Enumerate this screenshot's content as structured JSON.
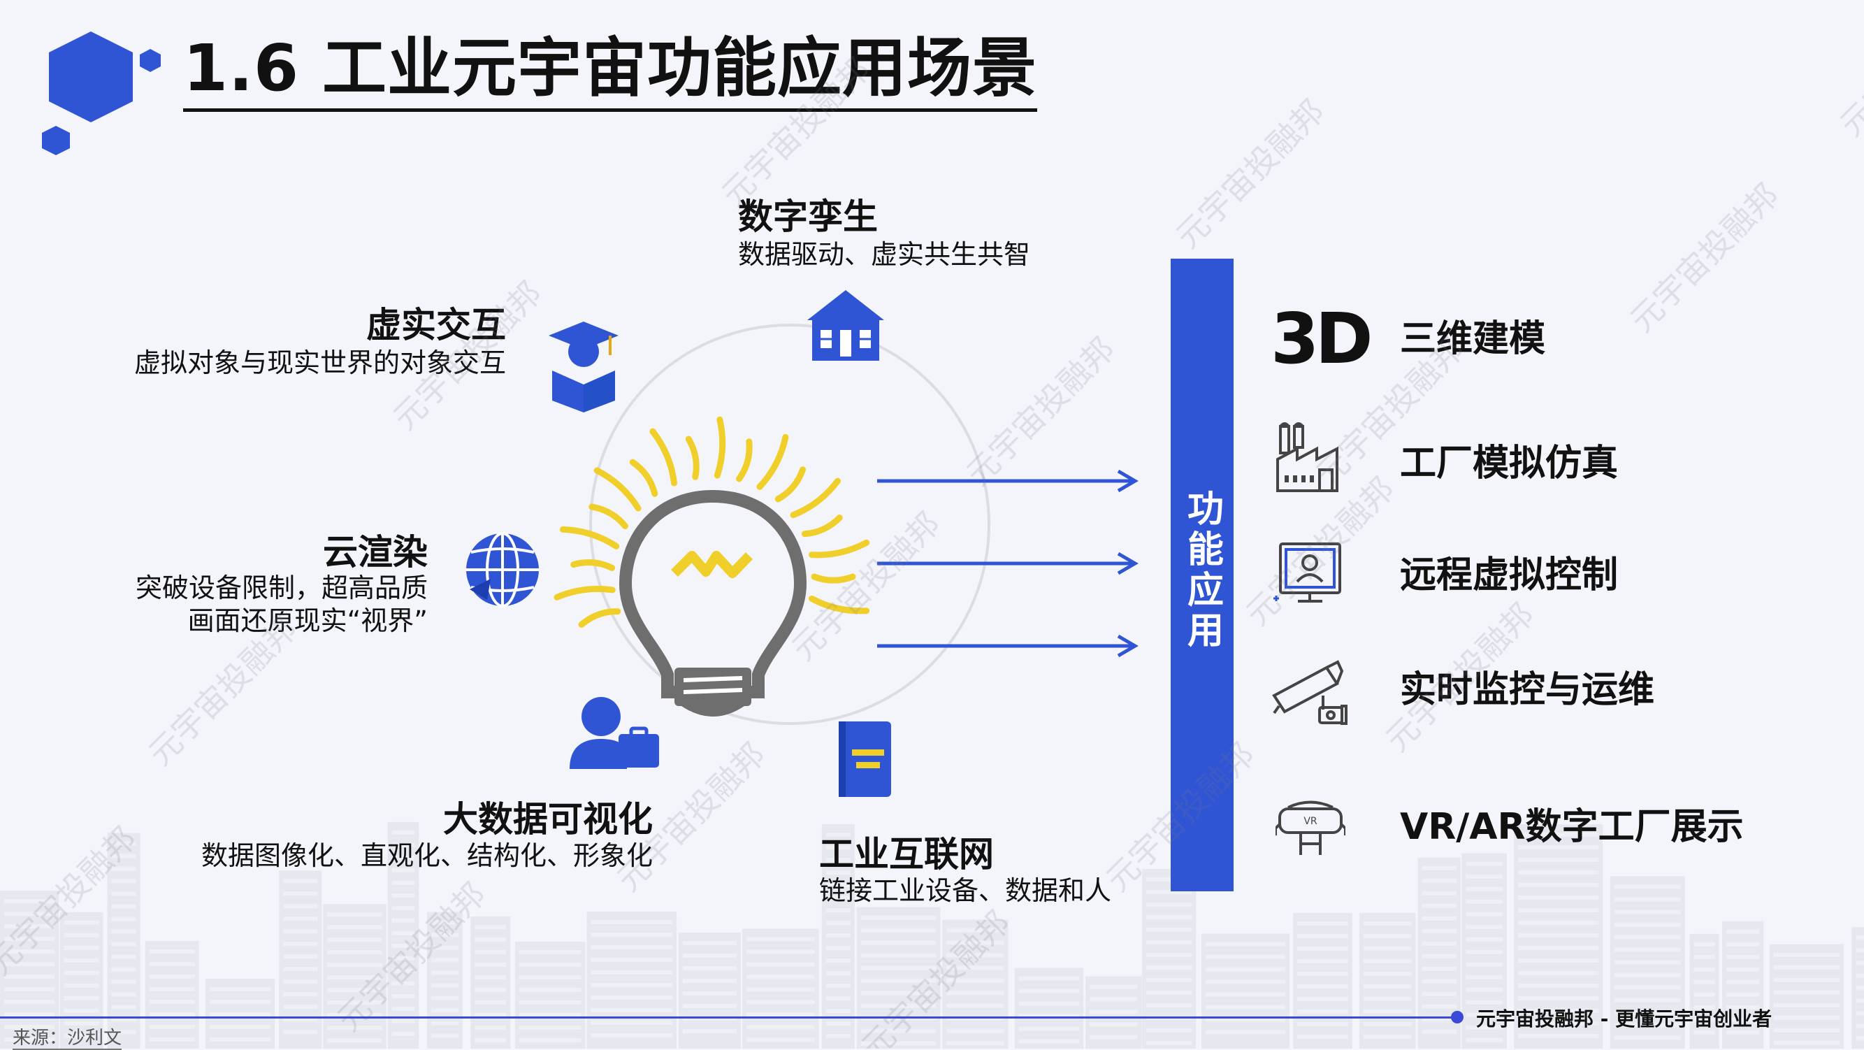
{
  "title": "1.6 工业元宇宙功能应用场景",
  "features": {
    "digital_twin": {
      "title": "数字孪生",
      "desc": "数据驱动、虚实共生共智"
    },
    "vr_interaction": {
      "title": "虚实交互",
      "desc": "虚拟对象与现实世界的对象交互"
    },
    "cloud_render": {
      "title": "云渲染",
      "desc1": "突破设备限制，超高品质",
      "desc2": "画面还原现实“视界”"
    },
    "big_data": {
      "title": "大数据可视化",
      "desc": "数据图像化、直观化、结构化、形象化"
    },
    "iiot": {
      "title": "工业互联网",
      "desc": "链接工业设备、数据和人"
    }
  },
  "bar_label": "功能应用",
  "applications": [
    {
      "label": "三维建模",
      "icon": "3d-text-icon",
      "icon_text": "3D"
    },
    {
      "label": "工厂模拟仿真",
      "icon": "factory-icon"
    },
    {
      "label": "远程虚拟控制",
      "icon": "monitor-icon"
    },
    {
      "label": "实时监控与运维",
      "icon": "cctv-camera-icon"
    },
    {
      "label": "VR/AR数字工厂展示",
      "icon": "vr-headset-icon",
      "icon_text": "VR"
    }
  ],
  "footer": {
    "brand": "元宇宙投融邦  - 更懂元宇宙创业者",
    "source": "来源：沙利文"
  },
  "watermark": "元宇宙投融邦",
  "colors": {
    "accent": "#2f55d4",
    "bulb_rays": "#f0cf2a",
    "bulb": "#6e6e6e",
    "text": "#111111"
  }
}
